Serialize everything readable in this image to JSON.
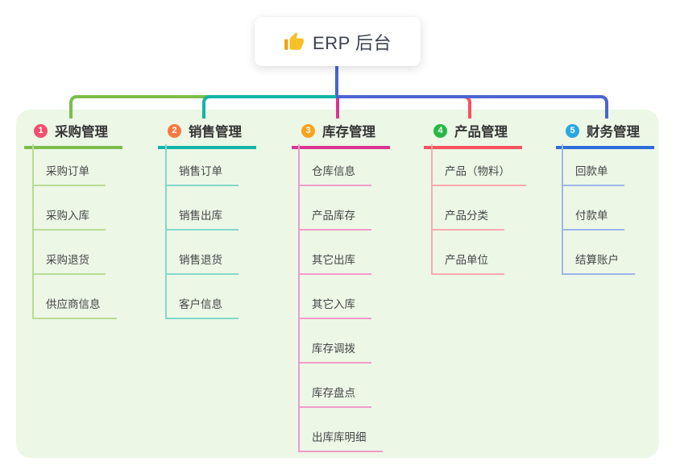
{
  "root": {
    "title": "ERP 后台",
    "icon": "thumbs-up"
  },
  "colors": {
    "page_bg": "#ffffff",
    "panel_bg": "#ecf7e6",
    "root_card_bg": "#ffffff",
    "root_text": "#3c4150",
    "root_line": "#4b64d3",
    "branch_label_text": "#363636",
    "child_text": "#464646",
    "thumb_icon": "#f3b71e"
  },
  "branches": [
    {
      "index": "1",
      "label": "采购管理",
      "badge_color": "#f2506e",
      "line_color": "#7cbd4a",
      "child_line_color": "#b9dc96",
      "connector_color": "#7cbd4a",
      "children": [
        "采购订单",
        "采购入库",
        "采购退货",
        "供应商信息"
      ]
    },
    {
      "index": "2",
      "label": "销售管理",
      "badge_color": "#f9793f",
      "line_color": "#12b5a7",
      "child_line_color": "#84d8cc",
      "connector_color": "#12b5a7",
      "children": [
        "销售订单",
        "销售出库",
        "销售退货",
        "客户信息"
      ]
    },
    {
      "index": "3",
      "label": "库存管理",
      "badge_color": "#f7a41d",
      "line_color": "#da3590",
      "child_line_color": "#f29aca",
      "connector_color": "#da3590",
      "children": [
        "仓库信息",
        "产品库存",
        "其它出库",
        "其它入库",
        "库存调拨",
        "库存盘点",
        "出库库明细"
      ]
    },
    {
      "index": "4",
      "label": "产品管理",
      "badge_color": "#27b845",
      "line_color": "#f6525f",
      "child_line_color": "#fcaaae",
      "connector_color": "#f6525f",
      "children": [
        "产品（物料）",
        "产品分类",
        "产品单位"
      ]
    },
    {
      "index": "5",
      "label": "财务管理",
      "badge_color": "#29a7e0",
      "line_color": "#2e6cd8",
      "child_line_color": "#9db7ea",
      "connector_color": "#4b64d3",
      "children": [
        "回款单",
        "付款单",
        "结算账户"
      ]
    }
  ]
}
